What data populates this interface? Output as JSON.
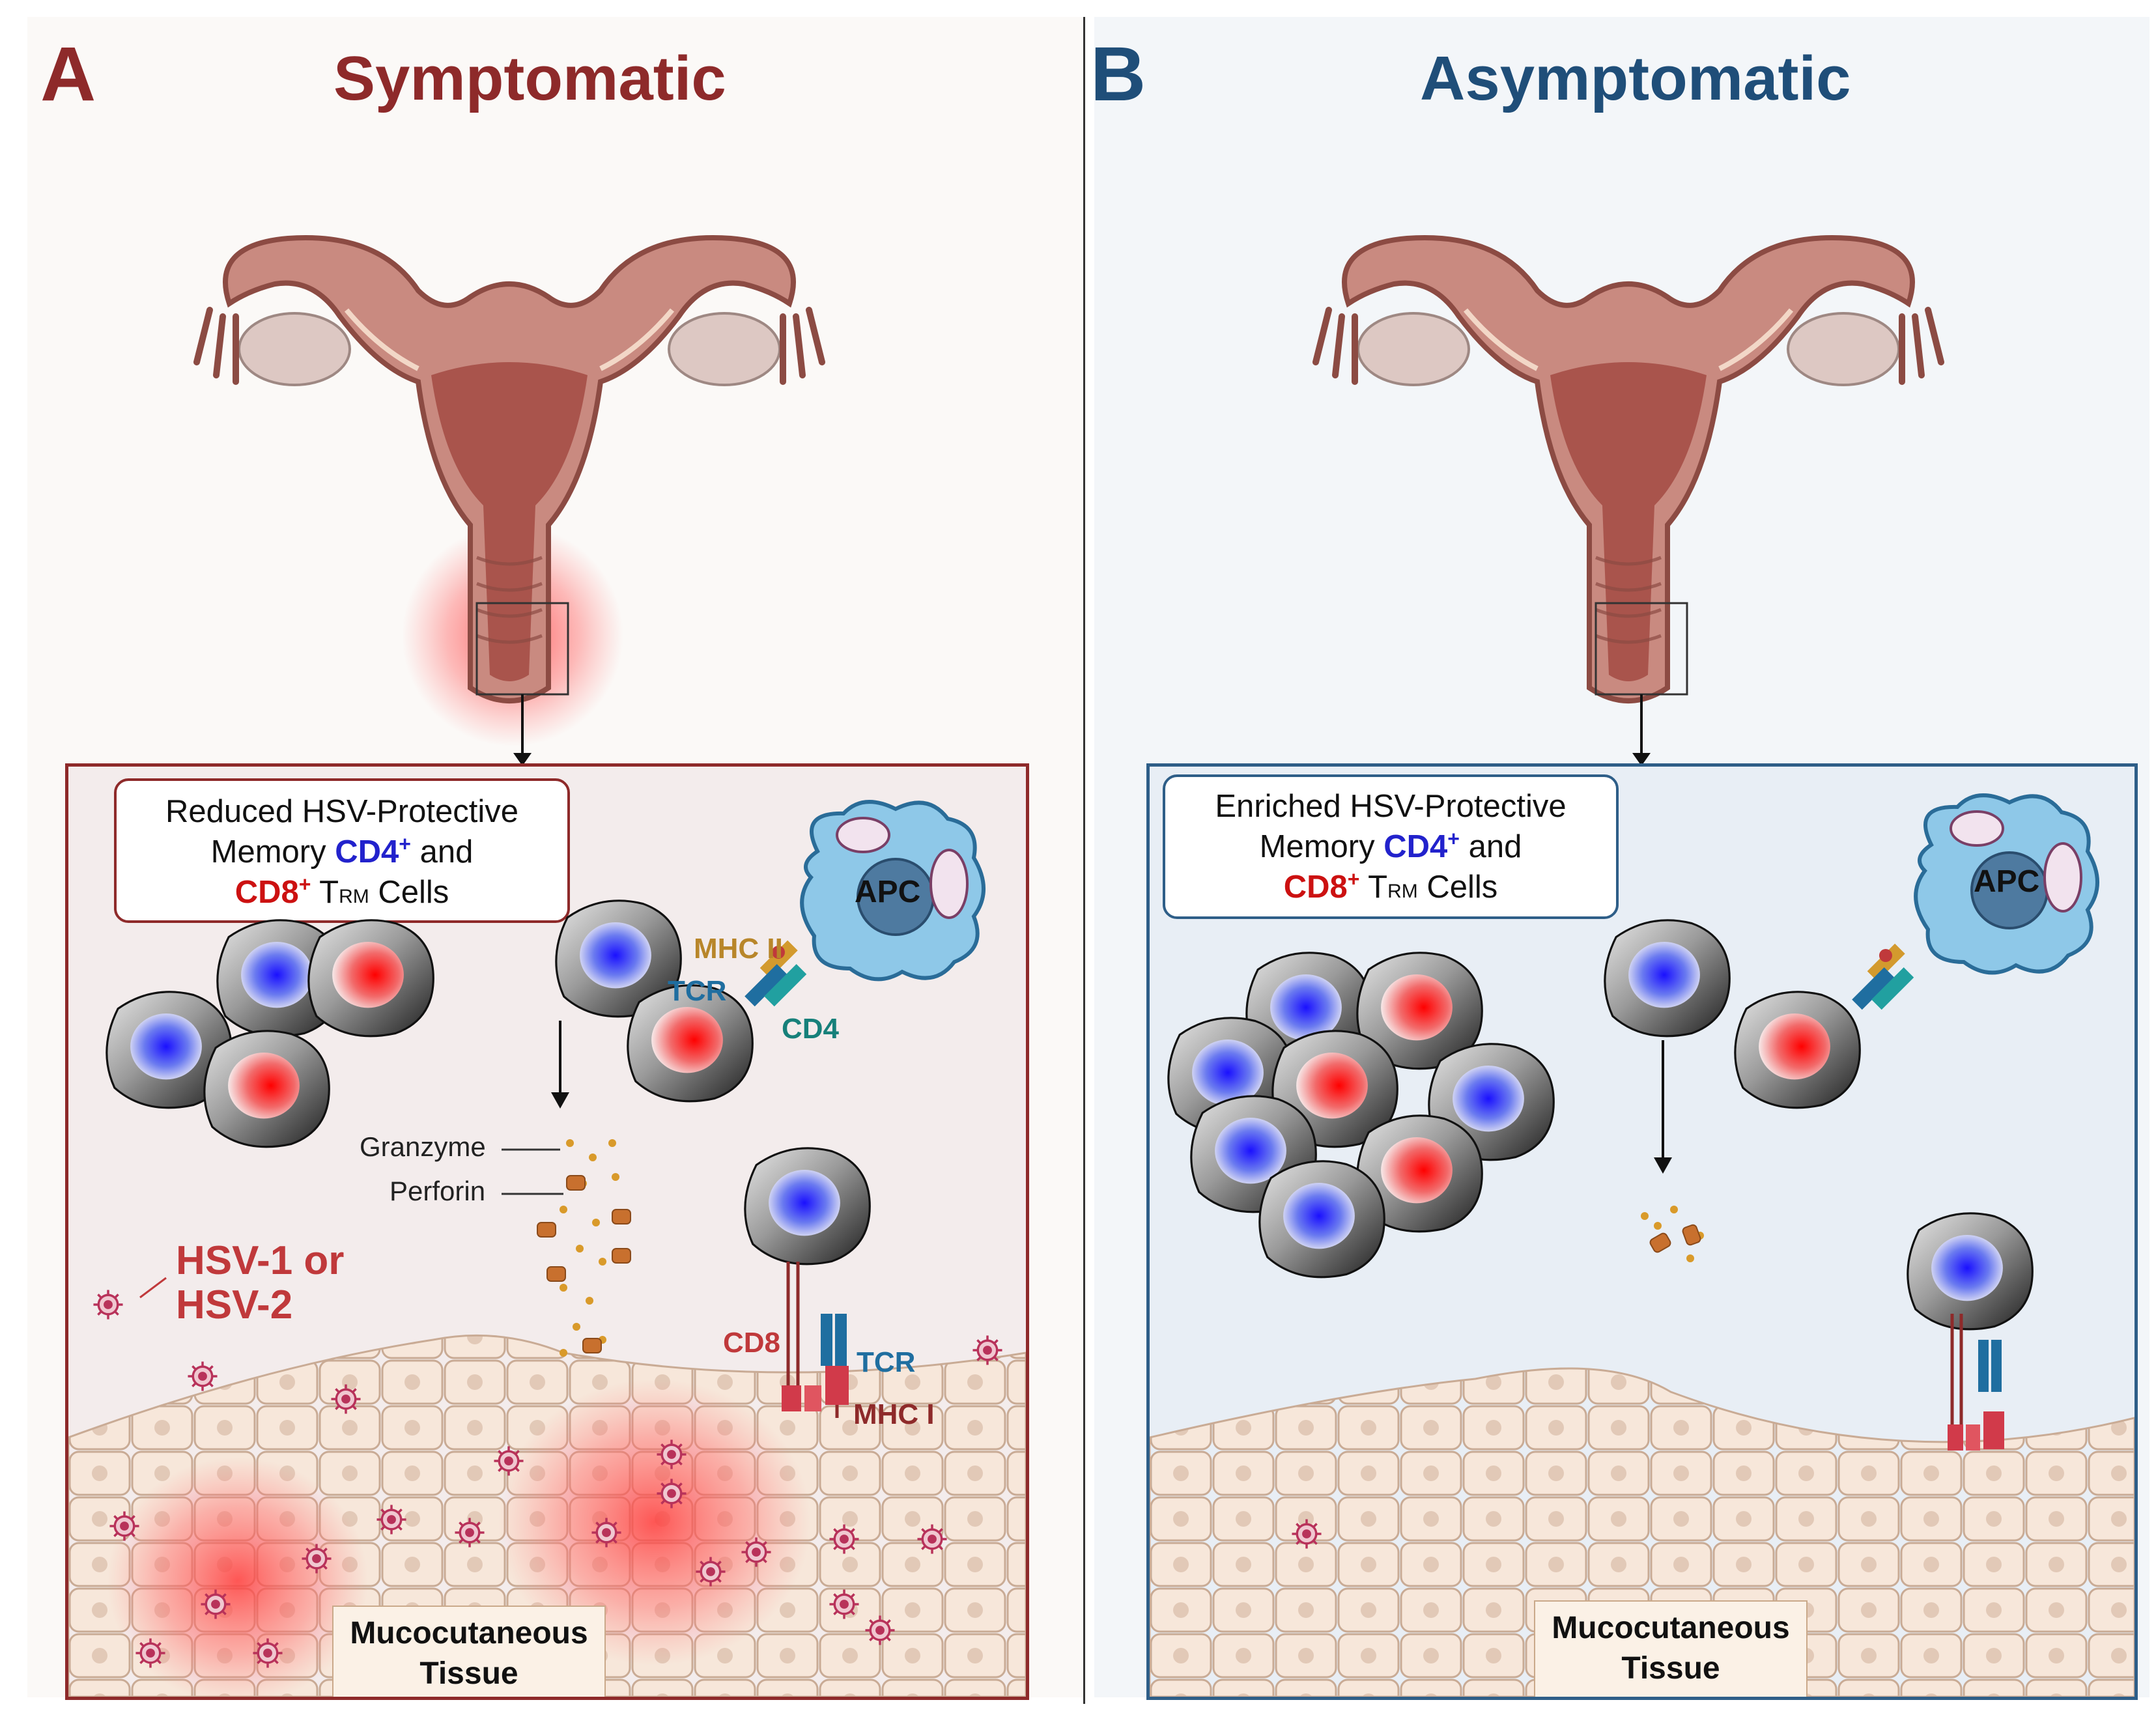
{
  "panels": [
    {
      "letter": "A",
      "title": "Symptomatic",
      "color": "#8e2a2a",
      "callout": {
        "line1": "Reduced HSV-Protective",
        "line2_pre": "Memory ",
        "cd4": "CD4",
        "sup1": "+",
        "line2_post": " and",
        "cd8": "CD8",
        "sup2": "+",
        "t": " T",
        "rm": "RM",
        "cells": " Cells"
      },
      "apc_label": "APC",
      "mhc2_label": "MHC II",
      "tcr_label_top": "TCR",
      "cd4_label": "CD4",
      "granzyme_label": "Granzyme",
      "perforin_label": "Perforin",
      "virus_label": [
        "HSV-1 or",
        "HSV-2"
      ],
      "cd8_label": "CD8",
      "tcr_label_bottom": "TCR",
      "mhc1_label": "MHC I",
      "tissue_label": [
        "Mucocutaneous",
        "Tissue"
      ]
    },
    {
      "letter": "B",
      "title": "Asymptomatic",
      "color": "#1f4e79",
      "callout": {
        "line1": "Enriched HSV-Protective",
        "line2_pre": "Memory ",
        "cd4": "CD4",
        "sup1": "+",
        "line2_post": " and",
        "cd8": "CD8",
        "sup2": "+",
        "t": " T",
        "rm": "RM",
        "cells": " Cells"
      },
      "apc_label": "APC",
      "tissue_label": [
        "Mucocutaneous",
        "Tissue"
      ]
    }
  ],
  "colors": {
    "cd4_blue": "#2222cc",
    "cd8_red": "#cc1111",
    "uterus": "#c98a80",
    "virus": "#b8325a",
    "apc": "#8ec8e8",
    "granzyme": "#d99a2a",
    "perforin": "#c8702e",
    "tissue": "#f4e2d4"
  }
}
